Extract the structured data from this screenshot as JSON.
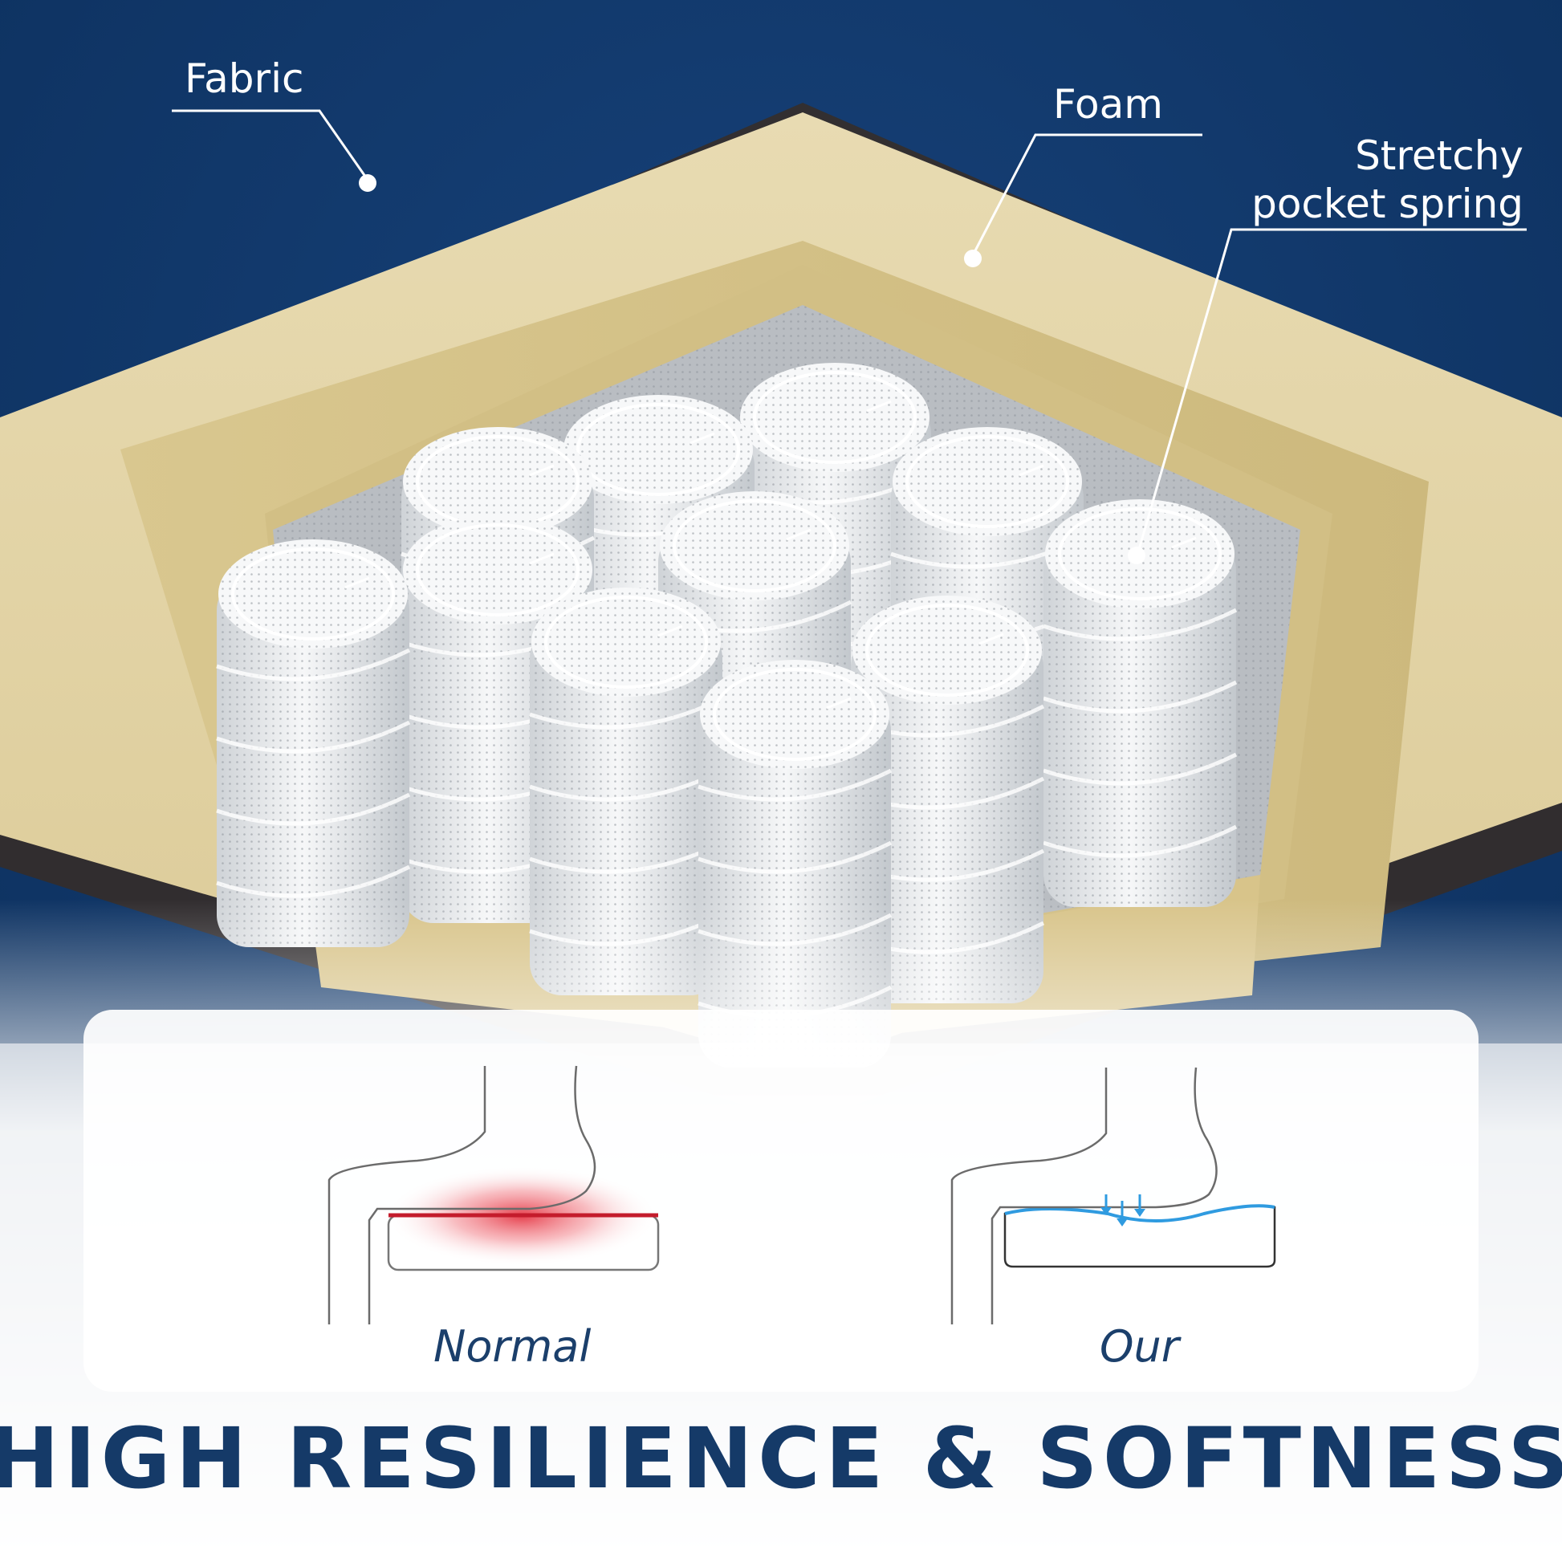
{
  "callouts": {
    "fabric": "Fabric",
    "foam": "Foam",
    "spring_line1": "Stretchy",
    "spring_line2": "pocket spring"
  },
  "comparison": {
    "normal_label": "Normal",
    "our_label": "Our"
  },
  "headline": "HIGH RESILIENCE & SOFTNESS",
  "colors": {
    "background_navy": "#0f3566",
    "foam_yellow": "#e3d3a4",
    "spring_white": "#eef0f2",
    "headline_blue": "#153a68",
    "pressure_red": "#d41a2a",
    "relief_blue": "#2f9be0"
  }
}
